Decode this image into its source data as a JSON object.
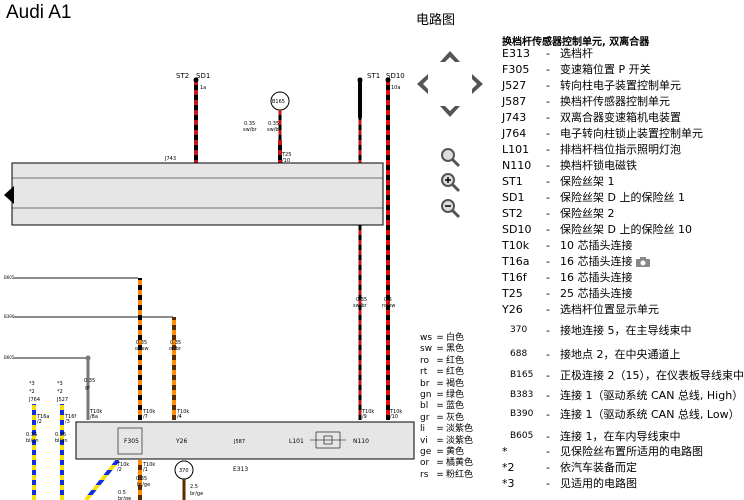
{
  "header": {
    "app_title": "Audi A1",
    "view_title": "电路图"
  },
  "legend": {
    "title": "换档杆传感器控制单元, 双离合器",
    "items": [
      {
        "code": "E313",
        "desc": "选档杆"
      },
      {
        "code": "F305",
        "desc": "变速箱位置 P 开关"
      },
      {
        "code": "J527",
        "desc": "转向柱电子装置控制单元"
      },
      {
        "code": "J587",
        "desc": "换档杆传感器控制单元"
      },
      {
        "code": "J743",
        "desc": "双离合器变速箱机电装置"
      },
      {
        "code": "J764",
        "desc": "电子转向柱锁止装置控制单元"
      },
      {
        "code": "L101",
        "desc": "排档杆档位指示照明灯泡"
      },
      {
        "code": "N110",
        "desc": "换档杆锁电磁铁"
      },
      {
        "code": "ST1",
        "desc": "保险丝架 1"
      },
      {
        "code": "SD1",
        "desc": "保险丝架 D 上的保险丝 1"
      },
      {
        "code": "ST2",
        "desc": "保险丝架 2"
      },
      {
        "code": "SD10",
        "desc": "保险丝架 D 上的保险丝 10"
      },
      {
        "code": "T10k",
        "desc": "10 芯插头连接"
      },
      {
        "code": "T16a",
        "desc": "16 芯插头连接"
      },
      {
        "code": "T16f",
        "desc": "16 芯插头连接"
      },
      {
        "code": "T25",
        "desc": "25 芯插头连接"
      },
      {
        "code": "Y26",
        "desc": "选档杆位置显示单元"
      },
      {
        "code": "370",
        "desc": "接地连接 5，在主导线束中"
      },
      {
        "code": "688",
        "desc": "接地点 2，在中央通道上"
      },
      {
        "code": "B165",
        "desc": "正极连接 2（15），在仪表板导线束中"
      },
      {
        "code": "B383",
        "desc": "连接 1（驱动系统 CAN 总线, High）"
      },
      {
        "code": "B390",
        "desc": "连接 1（驱动系统 CAN 总线, Low）"
      },
      {
        "code": "B605",
        "desc": "连接 1，在车内导线束中"
      },
      {
        "code": "*",
        "desc": "见保险丝布置所适用的电路图"
      },
      {
        "code": "*2",
        "desc": "依汽车装备而定"
      },
      {
        "code": "*3",
        "desc": "见适用的电路图"
      }
    ]
  },
  "wire_colors": [
    {
      "code": "ws",
      "name": "白色"
    },
    {
      "code": "sw",
      "name": "黑色"
    },
    {
      "code": "ro",
      "name": "红色"
    },
    {
      "code": "rt",
      "name": "红色"
    },
    {
      "code": "br",
      "name": "褐色"
    },
    {
      "code": "gn",
      "name": "绿色"
    },
    {
      "code": "bl",
      "name": "蓝色"
    },
    {
      "code": "gr",
      "name": "灰色"
    },
    {
      "code": "li",
      "name": "淡紫色"
    },
    {
      "code": "vi",
      "name": "淡紫色"
    },
    {
      "code": "ge",
      "name": "黄色"
    },
    {
      "code": "or",
      "name": "橘黄色"
    },
    {
      "code": "rs",
      "name": "粉红色"
    }
  ],
  "diagram": {
    "fuse_st2": "ST2",
    "fuse_sd1": "SD1",
    "fuse_sd1_pin": "1a",
    "fuse_st1": "ST1",
    "fuse_sd10": "SD10",
    "fuse_sd10_pin": "10a",
    "b165": "B165",
    "w1_size": "0.35",
    "w1_color": "sw/br",
    "w2_size": "0.35",
    "w2_color": "sw/br",
    "t25": "T25",
    "t25_pin": "/10",
    "j743": "J743",
    "w3_size": "0.35",
    "w3_color": "sw/br",
    "w4_size": "0.5",
    "w4_color": "ro/sw",
    "left_b1": "B605",
    "left_b2": "B390",
    "left_b3": "B605",
    "w5_size": "0.35",
    "w5_color": "or/sw",
    "w6_size": "0.35",
    "w6_color": "or/br",
    "w7_size": "0.35",
    "w7_color": "gr",
    "w8_size": "0.35",
    "w8_color": "bl/gn",
    "w9_size": "0.35",
    "w9_color": "bl/gn",
    "j764": "J764",
    "j527": "J527",
    "star1": "*3",
    "star2": "*2",
    "star3": "*3",
    "star4": "*2",
    "t16a": "T16a",
    "t16a_pin": "/2",
    "t16f": "T16f",
    "t16f_pin": "/3",
    "t10k_a": "T10k",
    "t10k_a_pin": "/8a",
    "t10k_b": "T10k",
    "t10k_b_pin": "/7",
    "t10k_c": "T10k",
    "t10k_c_pin": "/4",
    "t10k_d": "T10k",
    "t10k_d_pin": "/9",
    "t10k_e": "T10k",
    "t10k_e_pin": "/10",
    "t10k_f": "T10k",
    "t10k_f_pin": "/2",
    "t10k_g": "T10k",
    "t10k_g_pin": "/1",
    "f305": "F305",
    "y26": "Y26",
    "j587": "J587",
    "l101": "L101",
    "n110": "N110",
    "e313": "E313",
    "g370": "370",
    "w10_size": "0.35",
    "w10_color": "br/ge",
    "w11_size": "0.5",
    "w11_color": "br/ge",
    "w12_size": "2.5",
    "w12_color": "br/ge"
  }
}
